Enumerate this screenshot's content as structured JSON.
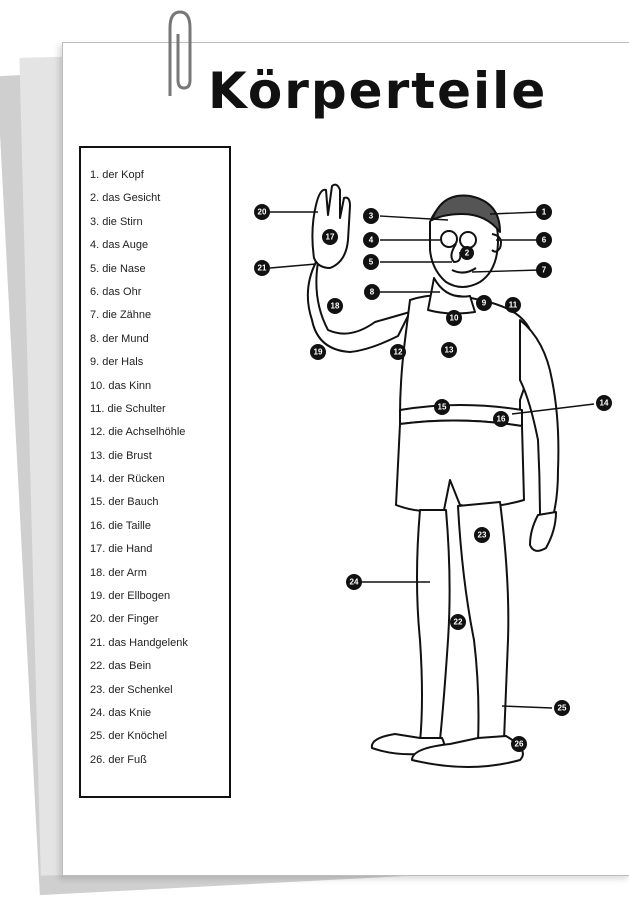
{
  "title": "Körperteile",
  "vocabulary": [
    "1.  der Kopf",
    "2.  das Gesicht",
    "3.  die Stirn",
    "4.  das Auge",
    "5.  die Nase",
    "6.  das Ohr",
    "7.  die Zähne",
    "8.  der Mund",
    "9.  der Hals",
    "10. das Kinn",
    "11. die Schulter",
    "12. die Achselhöhle",
    "13. die Brust",
    "14. der Rücken",
    "15. der Bauch",
    "16. die Taille",
    "17. die Hand",
    "18. der Arm",
    "19. der Ellbogen",
    "20. der Finger",
    "21. das Handgelenk",
    "22. das Bein",
    "23. der Schenkel",
    "24. das Knie",
    "25. der Knöchel",
    "26. der Fuß"
  ],
  "markers": [
    "1",
    "2",
    "3",
    "4",
    "5",
    "6",
    "7",
    "8",
    "9",
    "10",
    "11",
    "12",
    "13",
    "14",
    "15",
    "16",
    "17",
    "18",
    "19",
    "20",
    "21",
    "22",
    "23",
    "24",
    "25",
    "26"
  ]
}
